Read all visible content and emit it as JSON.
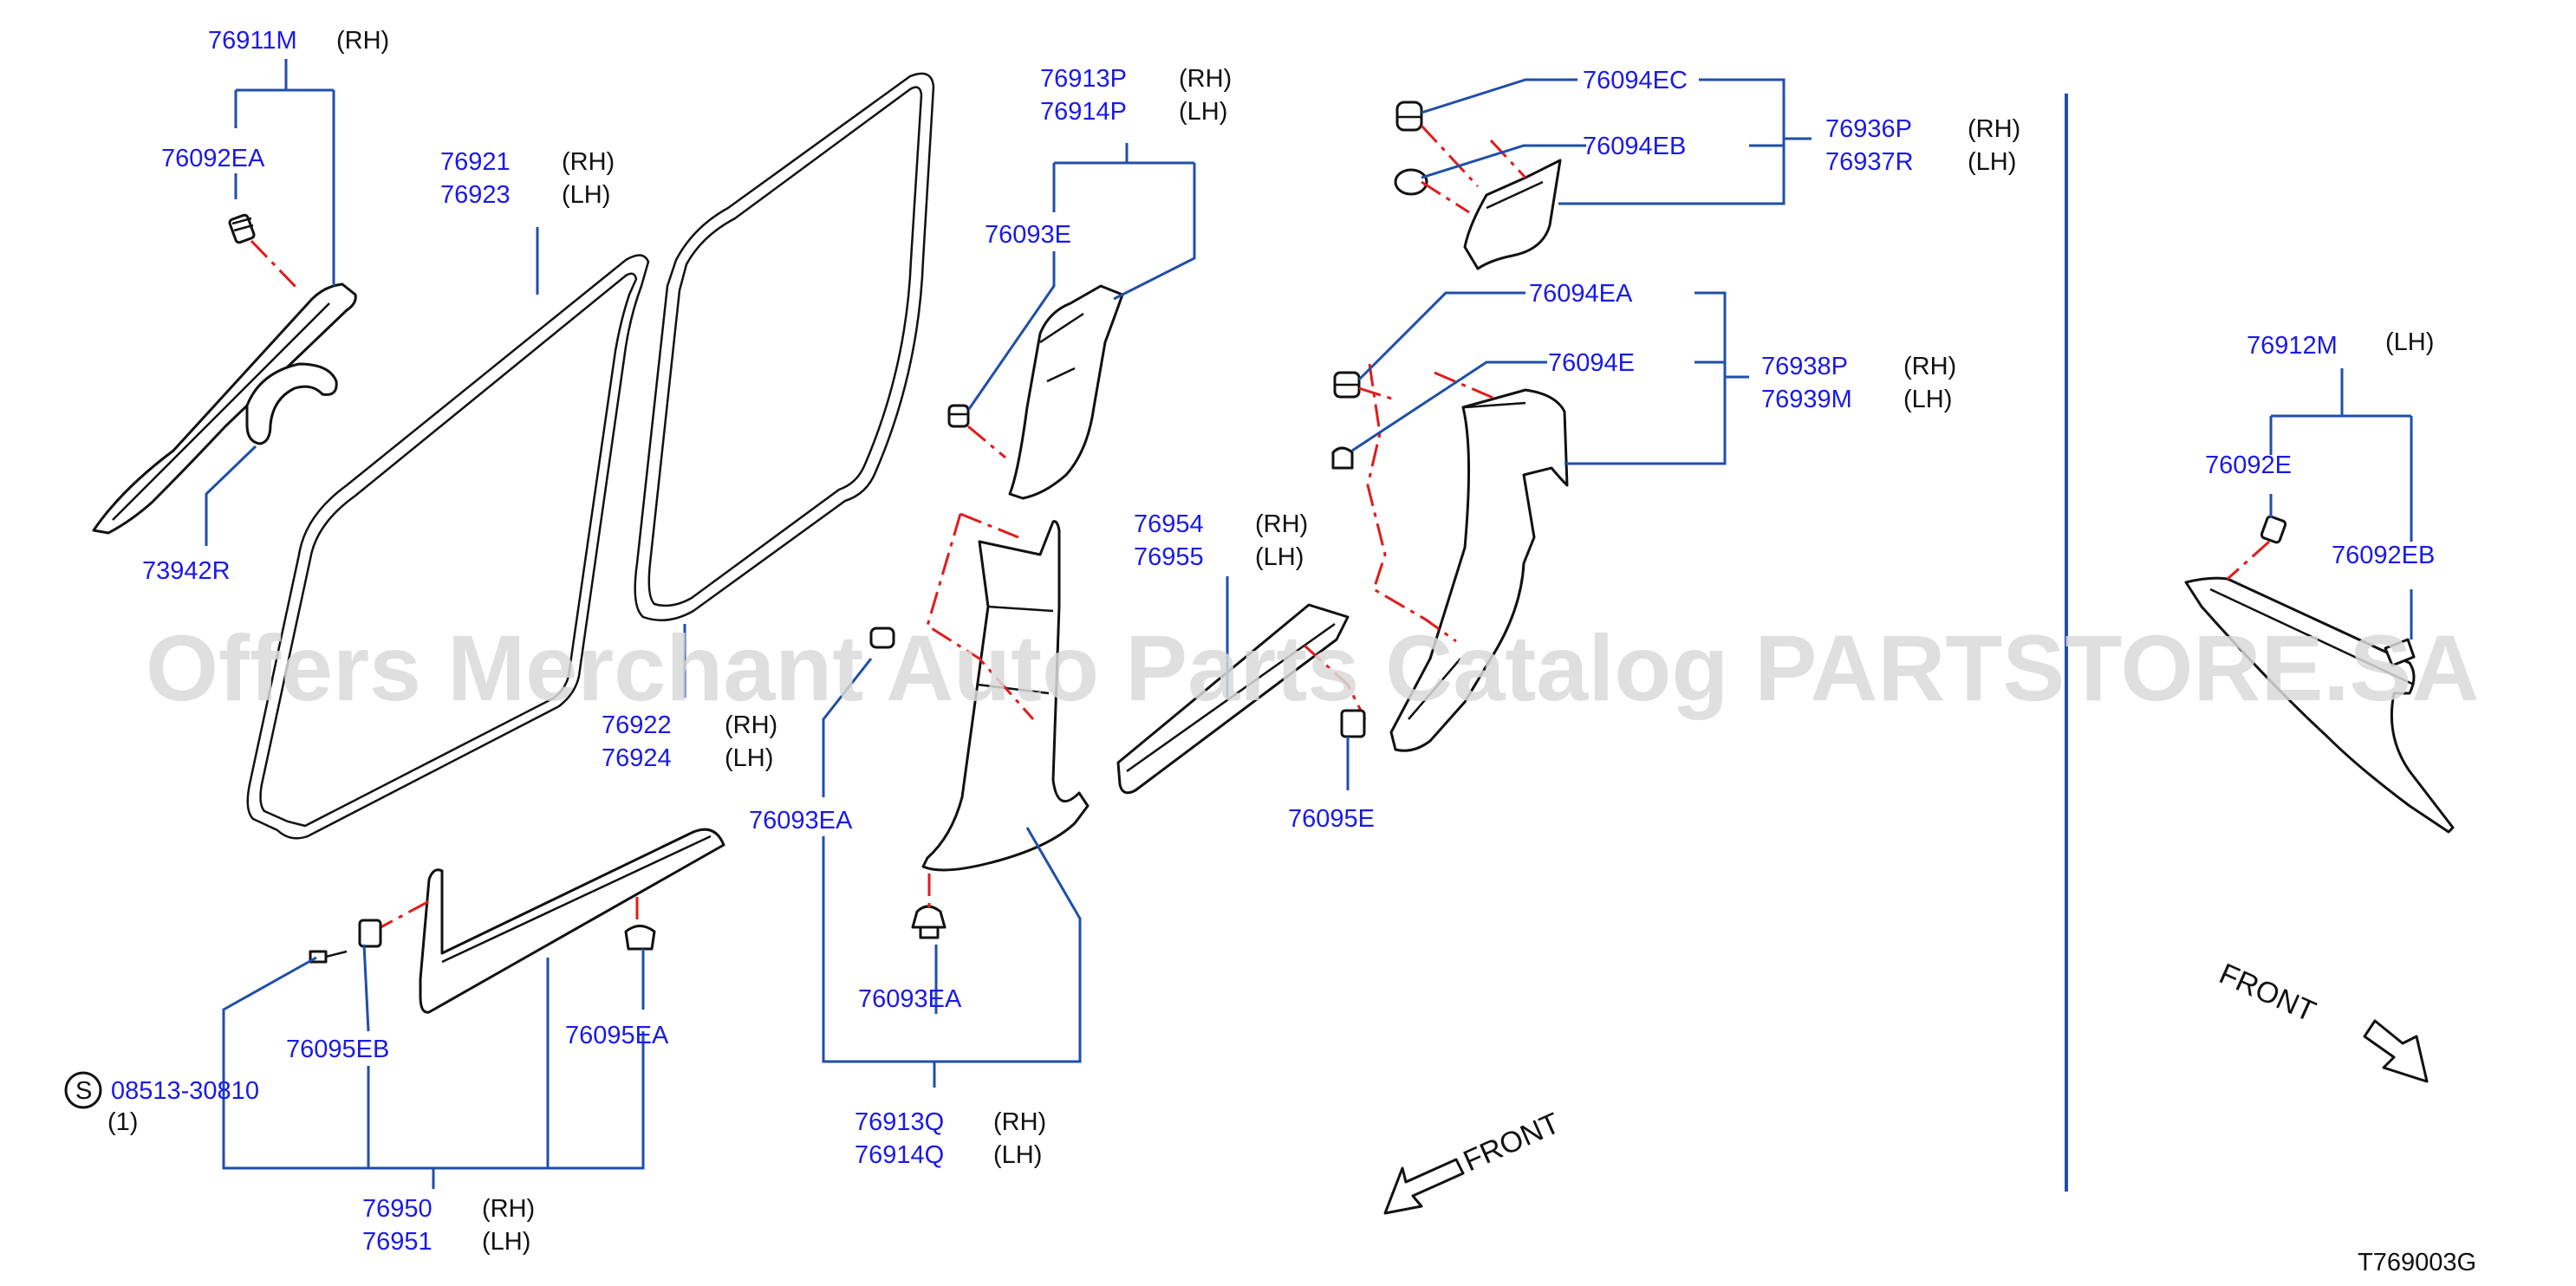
{
  "diagram_code": "T769003G",
  "watermark": "Offers Merchant Auto Parts Catalog PARTSTORE.SA",
  "screw_symbol": "S",
  "front_label": "FRONT",
  "part_numbers": {
    "p76911M": "76911M",
    "rh_76911M": "(RH)",
    "p76092EA": "76092EA",
    "p73942R": "73942R",
    "p76921": "76921",
    "rh_76921": "(RH)",
    "p76923": "76923",
    "lh_76923": "(LH)",
    "p76922": "76922",
    "rh_76922": "(RH)",
    "p76924": "76924",
    "lh_76924": "(LH)",
    "p76913P": "76913P",
    "rh_76913P": "(RH)",
    "p76914P": "76914P",
    "lh_76914P": "(LH)",
    "p76093E": "76093E",
    "p76093EA_a": "76093EA",
    "p76093EA_b": "76093EA",
    "p76913Q": "76913Q",
    "rh_76913Q": "(RH)",
    "p76914Q": "76914Q",
    "lh_76914Q": "(LH)",
    "p76954": "76954",
    "rh_76954": "(RH)",
    "p76955": "76955",
    "lh_76955": "(LH)",
    "p76095E": "76095E",
    "p76094EC": "76094EC",
    "p76094EB": "76094EB",
    "p76936P": "76936P",
    "rh_76936P": "(RH)",
    "p76937R": "76937R",
    "lh_76937R": "(LH)",
    "p76094EA": "76094EA",
    "p76094E": "76094E",
    "p76938P": "76938P",
    "rh_76938P": "(RH)",
    "p76939M": "76939M",
    "lh_76939M": "(LH)",
    "p76095EB": "76095EB",
    "p76095EA": "76095EA",
    "p08513": "08513-30810",
    "qty_08513": "(1)",
    "p76950": "76950",
    "rh_76950": "(RH)",
    "p76951": "76951",
    "lh_76951": "(LH)",
    "p76912M": "76912M",
    "lh_76912M": "(LH)",
    "p76092E": "76092E",
    "p76092EB": "76092EB"
  },
  "colors": {
    "part_number_text": "#1a1ae6",
    "leader_line": "#1f4fa8",
    "dash_line": "#e21b1b",
    "outline": "#111111"
  }
}
